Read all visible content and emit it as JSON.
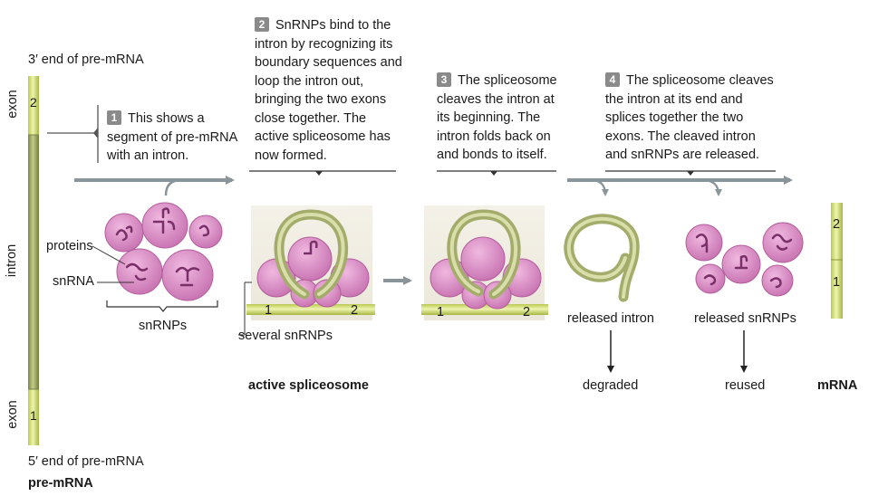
{
  "premrna": {
    "end3": "3′ end of pre-mRNA",
    "end5": "5′ end of pre-mRNA",
    "title": "pre-mRNA",
    "exon_top_label": "exon",
    "exon_top_num": "2",
    "intron_label": "intron",
    "exon_bottom_label": "exon",
    "exon_bottom_num": "1"
  },
  "steps": [
    {
      "num": "1",
      "lines": [
        "This shows a",
        "segment of pre-mRNA",
        "with an intron."
      ]
    },
    {
      "num": "2",
      "lines": [
        "SnRNPs bind to the",
        "intron by recognizing its",
        "boundary sequences and",
        "loop the intron out,",
        "bringing the two exons",
        "close together. The",
        "active spliceosome has",
        "now formed."
      ]
    },
    {
      "num": "3",
      "lines": [
        "The spliceosome",
        "cleaves the intron at",
        "its beginning. The",
        "intron folds back on",
        "and bonds to itself."
      ]
    },
    {
      "num": "4",
      "lines": [
        "The spliceosome cleaves",
        "the intron at its end and",
        "splices together the two",
        "exons. The cleaved intron",
        "and snRNPs are released."
      ]
    }
  ],
  "labels": {
    "proteins": "proteins",
    "snrna": "snRNA",
    "snrnps": "snRNPs",
    "several_snrnps": "several snRNPs",
    "active_spliceosome": "active spliceosome",
    "released_intron": "released intron",
    "degraded": "degraded",
    "released_snrnps": "released snRNPs",
    "reused": "reused",
    "mrna": "mRNA",
    "exon1": "1",
    "exon2": "2"
  },
  "colors": {
    "exon": "#c9d96a",
    "intron": "#9aa45a",
    "snrnp": "#d98ec4",
    "arrow": "#8a959b"
  }
}
